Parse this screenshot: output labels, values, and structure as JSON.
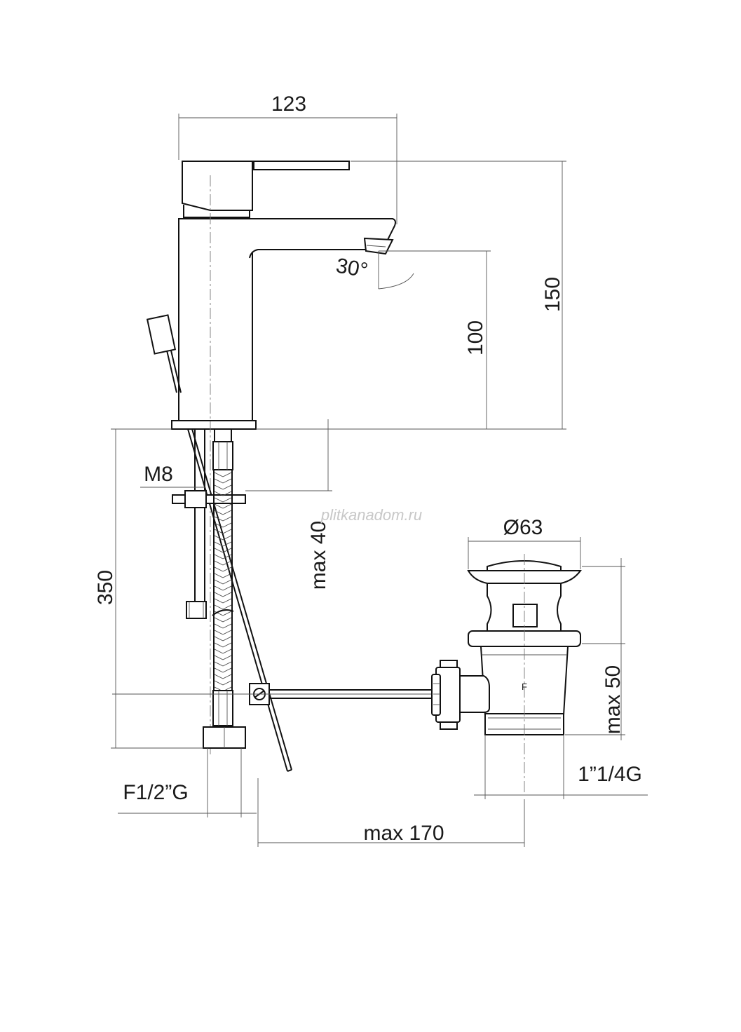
{
  "dimensions": {
    "width_total": "123",
    "height_total": "150",
    "spout_height": "100",
    "spout_angle": "30°",
    "thread_rod": "M8",
    "hose_length": "350",
    "max_deck_thickness": "max 40",
    "drain_diameter": "Ø63",
    "drain_max_height": "max 50",
    "drain_thread": "1”1/4G",
    "hose_connection": "F1/2”G",
    "rod_max_length": "max 170"
  },
  "watermark": "plitkanadom.ru"
}
